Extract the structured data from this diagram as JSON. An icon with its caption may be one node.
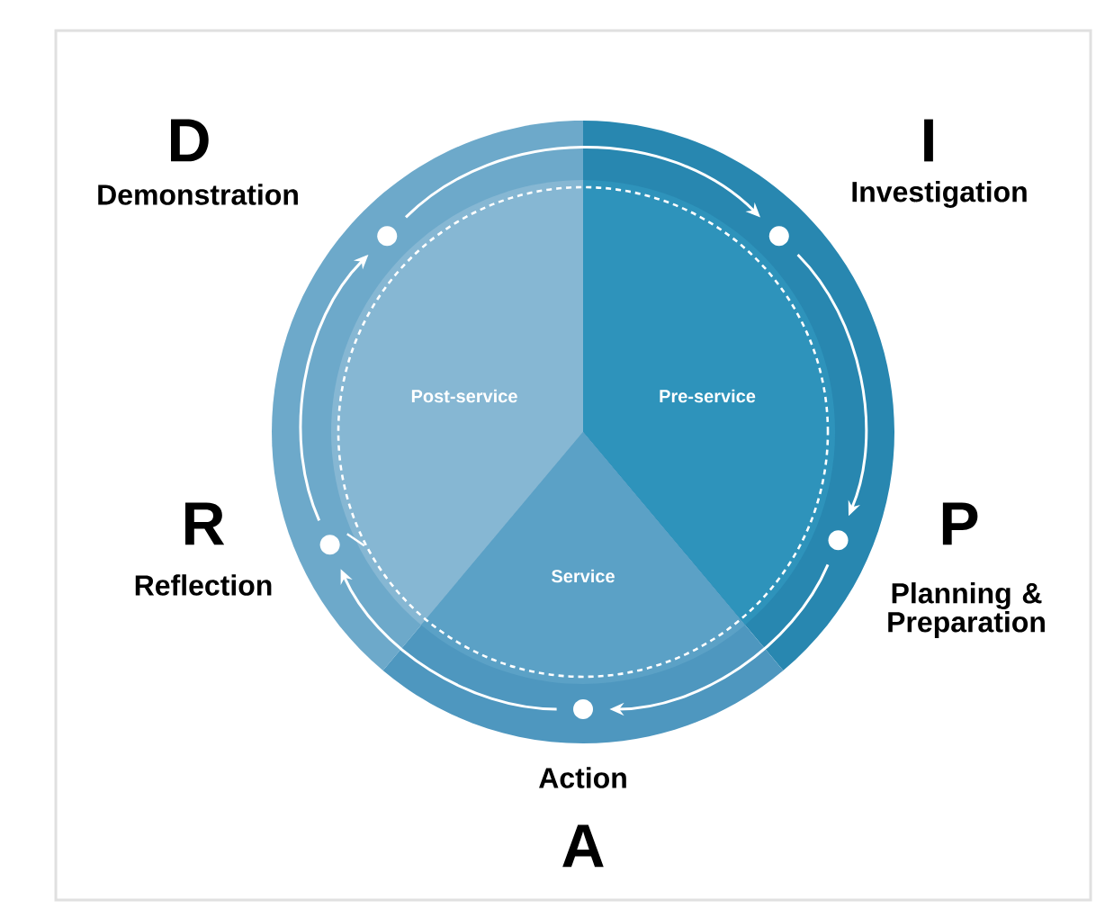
{
  "diagram": {
    "nodes": [
      {
        "text": [],
        "shape": "circle",
        "beside": [
          "D",
          "Demonstration"
        ]
      },
      {
        "text": [],
        "shape": "circle",
        "beside": [
          "I",
          "Investigation"
        ]
      },
      {
        "text": [],
        "shape": "circle",
        "beside": [
          "P",
          "Planning & Preparation"
        ]
      },
      {
        "text": [],
        "shape": "circle",
        "beside": [
          "Action",
          "A"
        ]
      },
      {
        "text": [],
        "shape": "circle",
        "beside": [
          "R",
          "Reflection"
        ]
      }
    ],
    "edges": [
      {
        "from": 0,
        "to": 1,
        "arrow": "to"
      },
      {
        "from": 1,
        "to": 2,
        "arrow": "to"
      },
      {
        "from": 2,
        "to": 3,
        "arrow": "to"
      },
      {
        "from": 3,
        "to": 4,
        "arrow": "to"
      },
      {
        "from": 4,
        "to": 0,
        "arrow": "to"
      }
    ],
    "labels": [
      "Post-service",
      "Pre-service",
      "Service"
    ]
  }
}
